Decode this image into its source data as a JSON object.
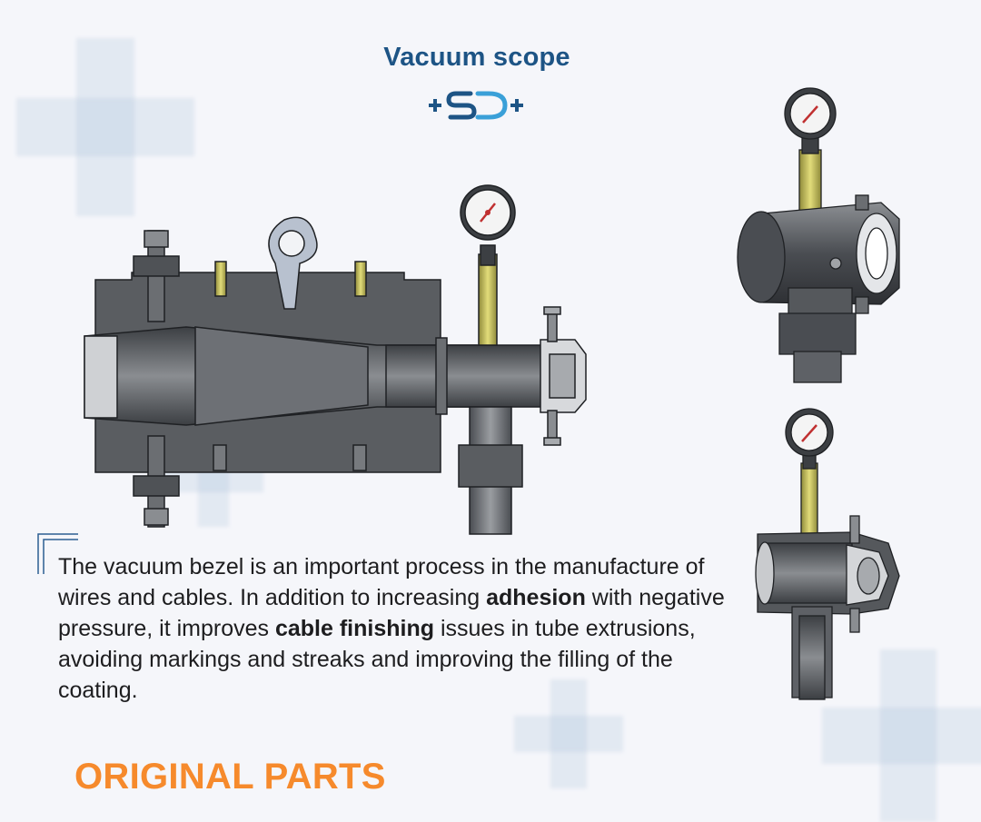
{
  "page": {
    "title": "Vacuum scope",
    "logo_text": "+SD+",
    "description": {
      "part1": "The vacuum bezel is an important process in the manufacture of wires and cables. In addition to increasing ",
      "bold1": "adhesion",
      "part2": " with negative pressure, it improves ",
      "bold2": "cable finishing",
      "part3": " issues in tube extrusions, avoiding markings and streaks and improving the filling of the coating."
    },
    "footer_label": "ORIGINAL PARTS"
  },
  "colors": {
    "title": "#1d5485",
    "accent_orange": "#f68a2c",
    "text": "#1d1d1f",
    "metal_dark": "#505357",
    "gauge_tube": "#d2c95c"
  },
  "icons": [
    "plus-icon",
    "gauge-icon",
    "bolt-icon",
    "lifting-eye-icon"
  ]
}
